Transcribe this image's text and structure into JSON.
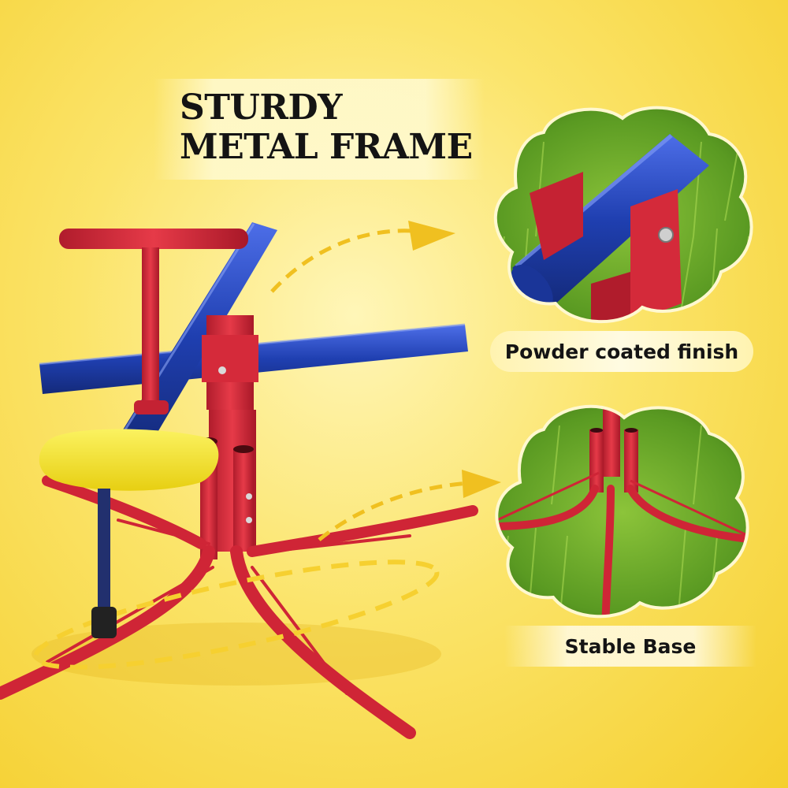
{
  "headline": {
    "line1": "STURDY",
    "line2": "METAL FRAME"
  },
  "callouts": [
    {
      "label": "Powder coated finish",
      "icon": "pipe-bracket-closeup"
    },
    {
      "label": "Stable Base",
      "icon": "base-legs-closeup"
    }
  ],
  "colors": {
    "background": "#f7d63a",
    "frame_red": "#d8283a",
    "beam_blue": "#1f3fb0",
    "seat_yellow": "#f5e62a",
    "grass": "#6fa828"
  }
}
